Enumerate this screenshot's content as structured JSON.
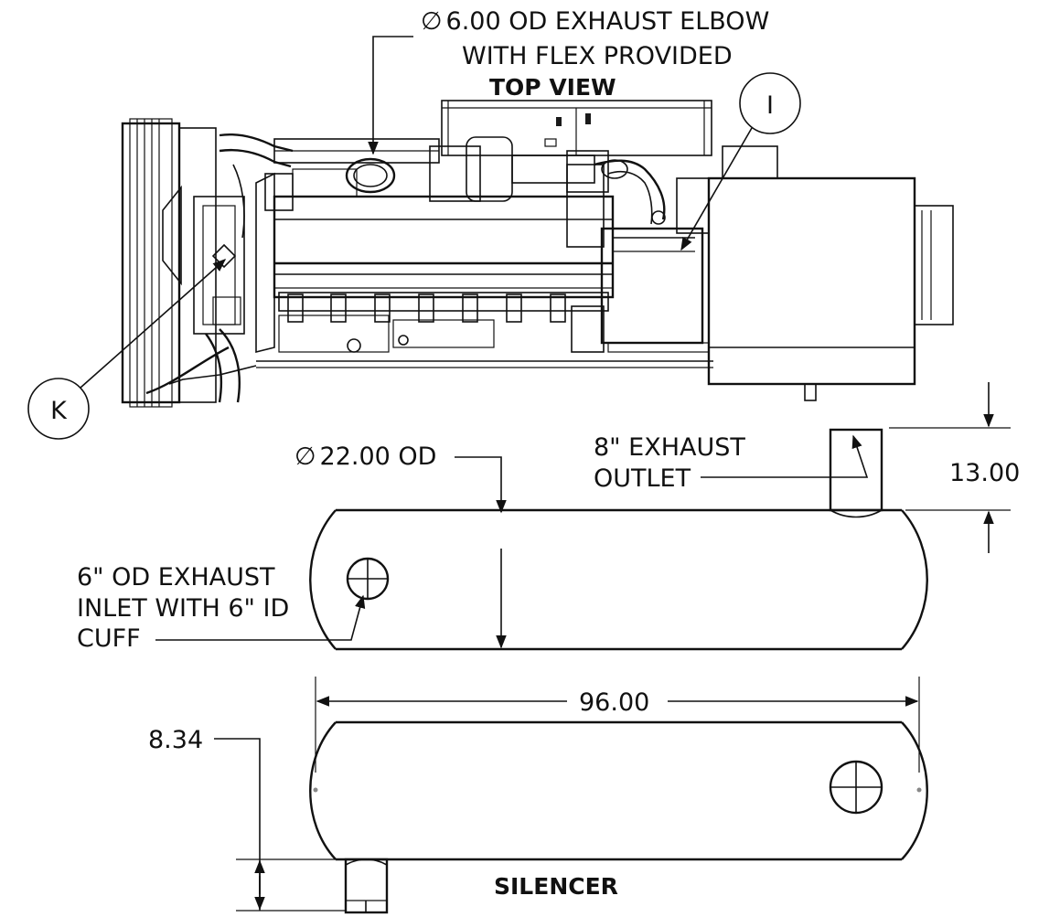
{
  "labels": {
    "exhaust_elbow_line1": "6.00 OD EXHAUST ELBOW",
    "exhaust_elbow_line2": "WITH FLEX PROVIDED",
    "top_view": "TOP VIEW",
    "callout_i": "I",
    "callout_k": "K",
    "od_22": "22.00 OD",
    "exhaust_outlet_line1": "8\" EXHAUST",
    "exhaust_outlet_line2": "OUTLET",
    "dim_13": "13.00",
    "inlet_line1": "6\" OD EXHAUST",
    "inlet_line2": "INLET WITH 6\" ID",
    "inlet_line3": "CUFF",
    "dim_96": "96.00",
    "dim_834": "8.34",
    "silencer": "SILENCER"
  },
  "symbols": {
    "diameter": "∅"
  },
  "colors": {
    "line": "#111111",
    "background": "#ffffff"
  }
}
